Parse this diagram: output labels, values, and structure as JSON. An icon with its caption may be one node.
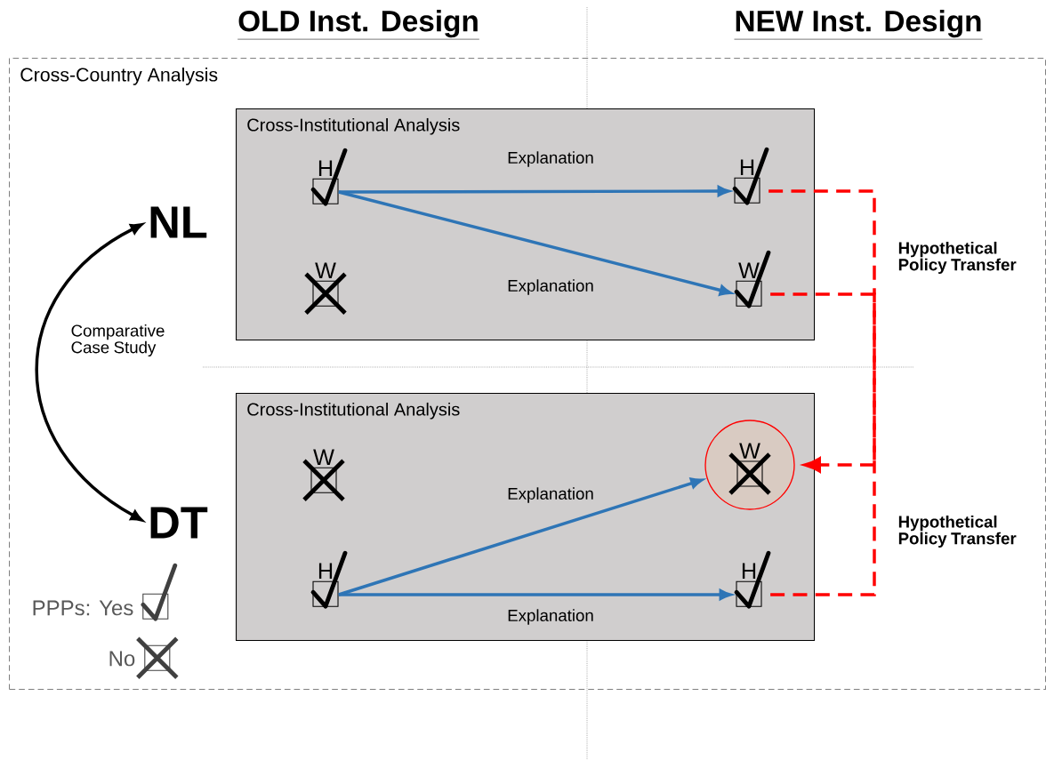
{
  "diagram": {
    "nodes": [
      {
        "text": [
          "Cross-Country Analysis"
        ]
      },
      {
        "text": [
          "NL"
        ],
        "in": 0
      },
      {
        "text": [
          "DT"
        ],
        "in": 0
      },
      {
        "text": [
          "Cross-Institutional Analysis"
        ],
        "in": 0
      },
      {
        "text": [
          "H"
        ],
        "in": 3
      },
      {
        "text": [
          "W"
        ],
        "in": 3
      },
      {
        "text": [
          "H"
        ],
        "in": 3
      },
      {
        "text": [
          "W"
        ],
        "in": 3
      },
      {
        "text": [
          "Cross-Institutional Analysis"
        ],
        "in": 0
      },
      {
        "text": [
          "W"
        ],
        "in": 8
      },
      {
        "text": [
          "W"
        ],
        "in": 8
      },
      {
        "text": [
          "H"
        ],
        "in": 8
      },
      {
        "text": [
          "H"
        ],
        "in": 8
      }
    ],
    "edges": [
      {
        "from": 1,
        "to": 2,
        "arrow": "both",
        "label": "Comparative Case Study",
        "color": "#000000"
      },
      {
        "from": 4,
        "to": 6,
        "arrow": "to",
        "label": "Explanation"
      },
      {
        "from": 4,
        "to": 7,
        "arrow": "to",
        "label": "Explanation"
      },
      {
        "from": 11,
        "to": 10,
        "arrow": "to",
        "label": "Explanation"
      },
      {
        "from": 11,
        "to": 12,
        "arrow": "to",
        "label": "Explanation"
      },
      {
        "from": 6,
        "to": 10,
        "arrow": "to",
        "style": "dashed",
        "color": "#ff0000"
      },
      {
        "from": 7,
        "to": 10,
        "arrow": "to",
        "style": "dashed",
        "color": "#ff0000"
      },
      {
        "from": 12,
        "to": 10,
        "arrow": "to",
        "style": "dashed",
        "color": "#ff0000"
      }
    ],
    "labels": [
      "OLD Inst. Design",
      "NEW Inst. Design",
      "Hypothetical Policy Transfer",
      "Hypothetical Policy Transfer"
    ],
    "legend": [
      {
        "text": "PPPs: Yes"
      },
      {
        "text": "No"
      }
    ]
  }
}
